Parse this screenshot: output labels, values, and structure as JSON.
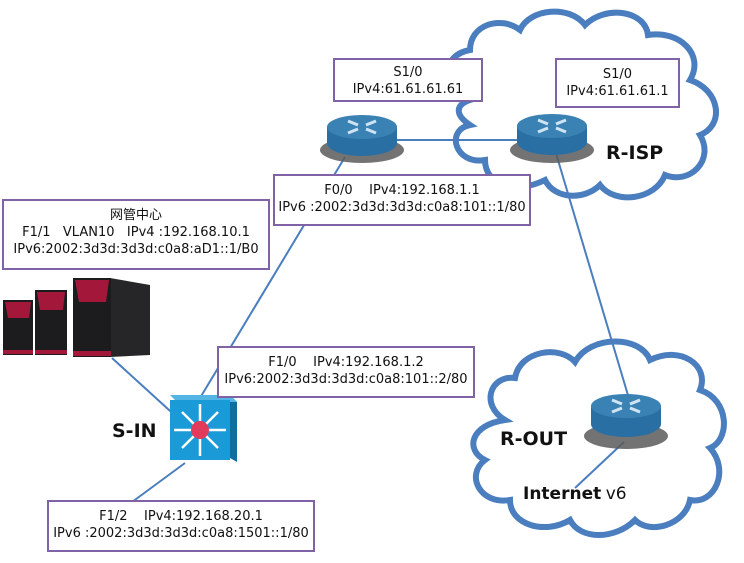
{
  "diagram": {
    "nodes": {
      "r1": {
        "name": "",
        "type": "router"
      },
      "r_isp": {
        "name": "R-ISP",
        "type": "router"
      },
      "r_out": {
        "name": "R-OUT",
        "type": "router"
      },
      "s_in": {
        "name": "S-IN",
        "type": "layer3-switch"
      },
      "servers": {
        "name": "网管中心",
        "type": "server-group"
      }
    },
    "boxes": {
      "r1_s10": {
        "lines": [
          "S1/0",
          "IPv4:61.61.61.61"
        ]
      },
      "isp_s10": {
        "lines": [
          "S1/0",
          "IPv4:61.61.61.1"
        ]
      },
      "r1_f00": {
        "lines": [
          "F0/0    IPv4:192.168.1.1",
          "IPv6 :2002:3d3d:3d3d:c0a8:101::1/80"
        ]
      },
      "nms": {
        "lines": [
          "网管中心",
          "F1/1   VLAN10   IPv4 :192.168.10.1",
          "IPv6:2002:3d3d:3d3d:c0a8:aD1::1/B0"
        ]
      },
      "s_in_f10": {
        "lines": [
          "F1/0    IPv4:192.168.1.2",
          "IPv6:2002:3d3d:3d3d:c0a8:101::2/80"
        ]
      },
      "s_in_f12": {
        "lines": [
          "F1/2    IPv4:192.168.20.1",
          "IPv6 :2002:3d3d:3d3d:c0a8:1501::1/80"
        ]
      }
    },
    "internet_label": {
      "bold": "Internet",
      "suffix": "v6"
    },
    "links": [
      {
        "from": "r1",
        "to": "r_isp"
      },
      {
        "from": "s_in",
        "to": "r1"
      },
      {
        "from": "r_isp",
        "to": "r_out"
      },
      {
        "from": "servers",
        "to": "s_in"
      },
      {
        "from": "s_in",
        "to": "s_in_f12"
      },
      {
        "from": "r_out",
        "to": "internet_label"
      }
    ],
    "colors": {
      "link": "#4a7ebf",
      "cloud": "#4a7ebf",
      "box_border": "#7f63a6",
      "router_top": "#2f74a8",
      "switch": "#1a9ad6",
      "switch_center": "#e23a5a",
      "server_accent": "#a3173a"
    }
  }
}
